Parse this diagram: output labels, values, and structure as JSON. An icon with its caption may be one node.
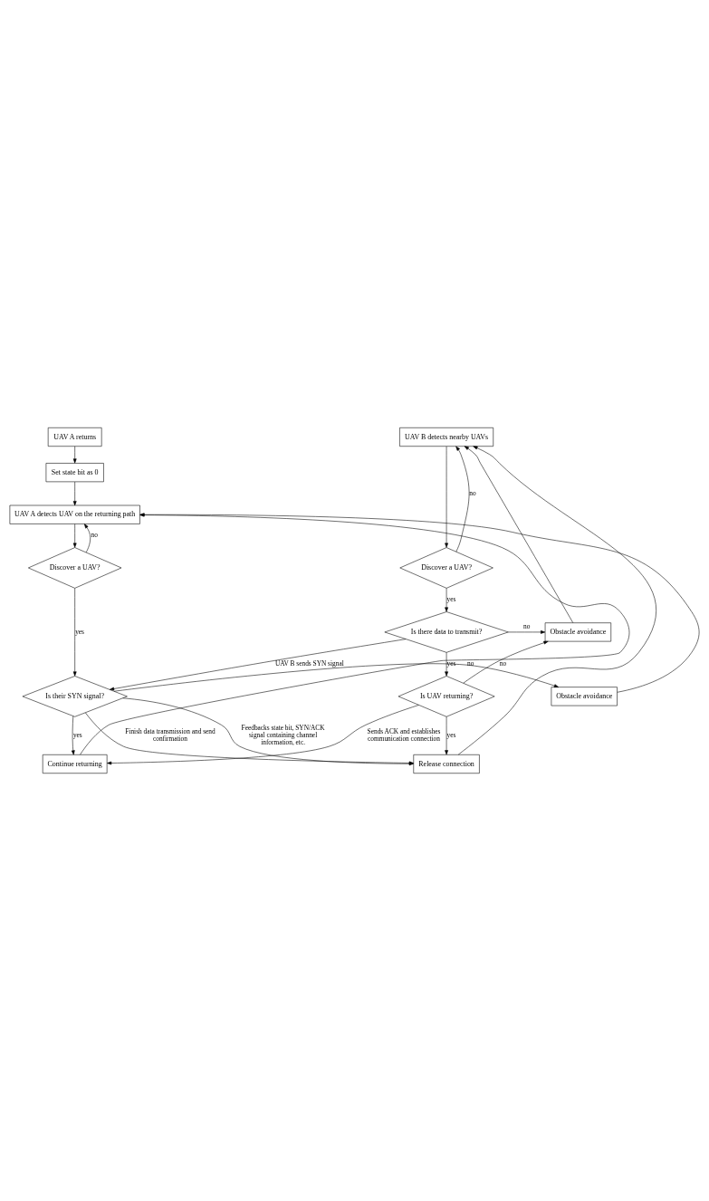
{
  "diagram": {
    "nodes": [
      {
        "text": [
          "UAV A returns"
        ]
      },
      {
        "text": [
          "Set state bit as 0"
        ]
      },
      {
        "text": [
          "UAV A detects UAV on the returning path"
        ]
      },
      {
        "text": [
          "Discover a UAV?"
        ]
      },
      {
        "text": [
          "Obstacle avoidance"
        ]
      },
      {
        "text": [
          "Is their SYN signal?"
        ]
      },
      {
        "text": [
          "Continue returning"
        ]
      },
      {
        "text": [
          "UAV B detects nearby UAVs"
        ]
      },
      {
        "text": [
          "Discover a UAV?"
        ]
      },
      {
        "text": [
          "Obstacle avoidance"
        ]
      },
      {
        "text": [
          "Is there data to transmit?"
        ]
      },
      {
        "text": [
          "Is UAV returning?"
        ]
      },
      {
        "text": [
          "Release connection"
        ]
      }
    ],
    "edges": [
      {
        "from": 0,
        "to": 1,
        "arrow": "to"
      },
      {
        "from": 1,
        "to": 2,
        "arrow": "to"
      },
      {
        "from": 2,
        "to": 3,
        "arrow": "to"
      },
      {
        "from": 3,
        "to": 2,
        "label": "no",
        "arrow": "to"
      },
      {
        "from": 3,
        "to": 5,
        "label": "yes",
        "arrow": "to"
      },
      {
        "from": 5,
        "to": 4,
        "label": "no",
        "arrow": "to"
      },
      {
        "from": 4,
        "to": 2,
        "arrow": "to"
      },
      {
        "from": 5,
        "to": 6,
        "label": "yes",
        "arrow": "to"
      },
      {
        "from": 6,
        "to": 2,
        "arrow": "to"
      },
      {
        "from": 7,
        "to": 8,
        "arrow": "to"
      },
      {
        "from": 8,
        "to": 7,
        "label": "no",
        "arrow": "to"
      },
      {
        "from": 8,
        "to": 10,
        "label": "yes",
        "arrow": "to"
      },
      {
        "from": 10,
        "to": 9,
        "label": "no",
        "arrow": "to"
      },
      {
        "from": 9,
        "to": 7,
        "arrow": "to"
      },
      {
        "from": 10,
        "to": 11,
        "label": "yes",
        "arrow": "to"
      },
      {
        "from": 11,
        "to": 9,
        "label": "no",
        "arrow": "to"
      },
      {
        "from": 11,
        "to": 12,
        "label": "yes",
        "arrow": "to"
      },
      {
        "from": 12,
        "to": 7,
        "arrow": "to"
      },
      {
        "from": 10,
        "to": 5,
        "label": "UAV B sends SYN signal",
        "arrow": "to"
      },
      {
        "from": 5,
        "to": 12,
        "label": "Feedbacks state bit, SYN/ACK signal containing channel information, etc.",
        "arrow": "to"
      },
      {
        "from": 11,
        "to": 6,
        "label": "Sends ACK and establishes communication connection",
        "arrow": "to"
      },
      {
        "from": 5,
        "to": 12,
        "label": "Finish data transmission and send confirmation",
        "arrow": "to"
      }
    ]
  }
}
